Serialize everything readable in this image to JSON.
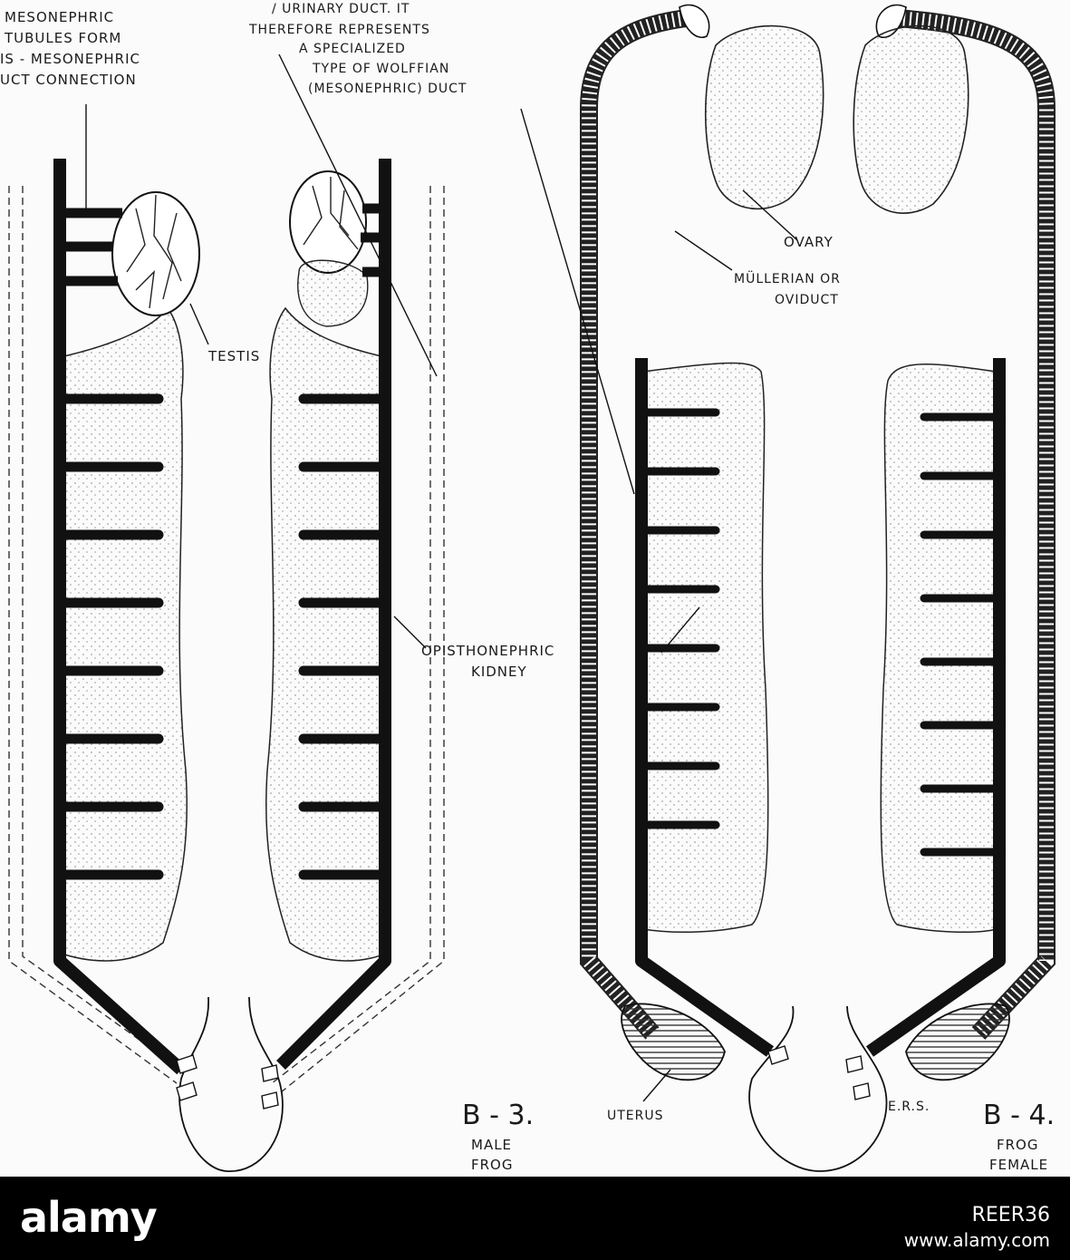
{
  "labels": {
    "mesonephric_1": "MESONEPHRIC",
    "mesonephric_2": "TUBULES FORM",
    "mesonephric_3": "IS - MESONEPHRIC",
    "mesonephric_4": "UCT  CONNECTION",
    "urinary_1": "/ URINARY DUCT.  IT",
    "urinary_2": "THEREFORE  REPRESENTS",
    "urinary_3": "A  SPECIALIZED",
    "urinary_4": "TYPE   OF  WOLFFIAN",
    "urinary_5": "(MESONEPHRIC)  DUCT",
    "testis": "TESTIS",
    "ovary": "OVARY",
    "mullerian_1": "MÜLLERIAN OR",
    "mullerian_2": "OVIDUCT",
    "opisthonephric_1": "OPISTHONEPHRIC",
    "opisthonephric_2": "KIDNEY",
    "uterus": "UTERUS",
    "initials": "E.R.S."
  },
  "figures": {
    "male_number": "B - 3.",
    "male_line1": "MALE",
    "male_line2": "FROG",
    "female_number": "B - 4.",
    "female_line1": "FROG",
    "female_line2": "FEMALE"
  },
  "watermark": {
    "logo": "alamy",
    "image_id": "REER36",
    "url": "www.alamy.com"
  }
}
